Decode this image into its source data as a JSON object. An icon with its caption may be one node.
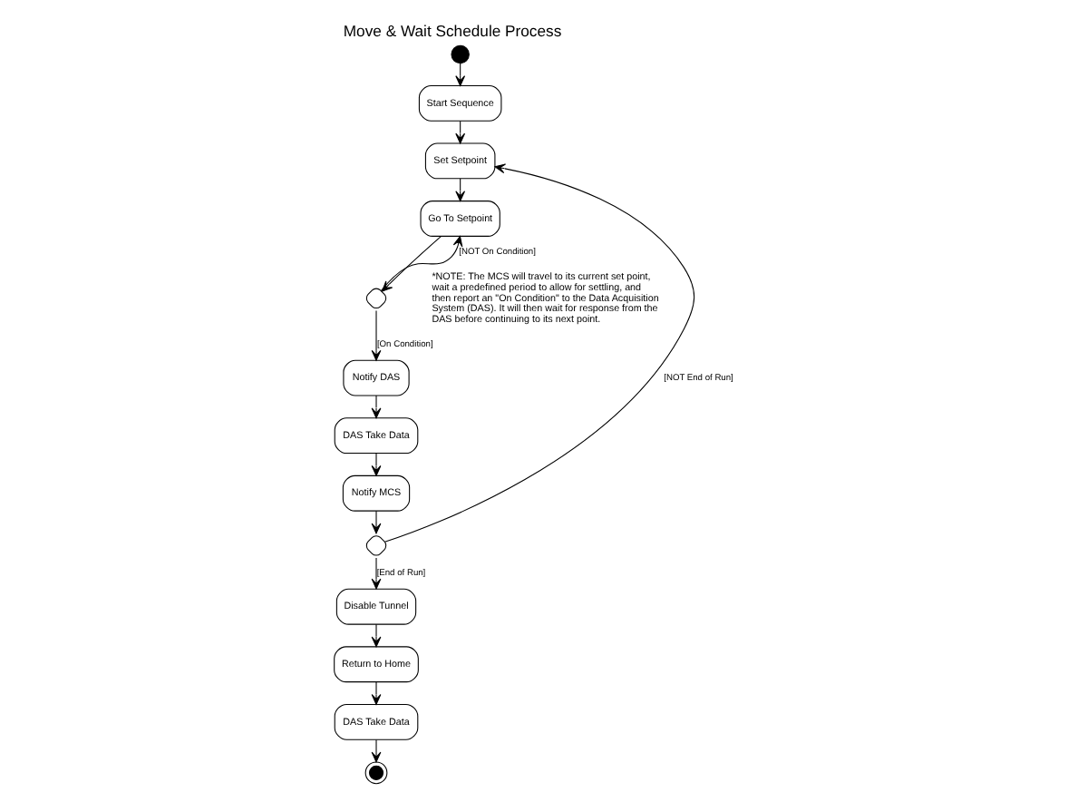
{
  "diagram": {
    "title": "Move & Wait Schedule Process",
    "nodes": [
      {
        "text": [],
        "shape": "circle"
      },
      {
        "text": [
          "Start Sequence"
        ]
      },
      {
        "text": [
          "Set Setpoint"
        ]
      },
      {
        "text": [
          "Go To Setpoint"
        ]
      },
      {
        "text": [],
        "shape": "diamond"
      },
      {
        "text": [
          "Notify DAS"
        ]
      },
      {
        "text": [
          "DAS Take Data"
        ]
      },
      {
        "text": [
          "Notify MCS"
        ]
      },
      {
        "text": [],
        "shape": "diamond"
      },
      {
        "text": [
          "Disable Tunnel"
        ]
      },
      {
        "text": [
          "Return to Home"
        ]
      },
      {
        "text": [
          "DAS Take Data"
        ]
      },
      {
        "text": [],
        "shape": "circle"
      }
    ],
    "edges": [
      {
        "from": 0,
        "to": 1,
        "arrow": "to"
      },
      {
        "from": 1,
        "to": 2,
        "arrow": "to"
      },
      {
        "from": 2,
        "to": 3,
        "arrow": "to"
      },
      {
        "from": 3,
        "to": 4,
        "arrow": "to"
      },
      {
        "from": 4,
        "to": 3,
        "arrow": "to",
        "label": "[NOT On Condition]"
      },
      {
        "from": 4,
        "to": 5,
        "arrow": "to",
        "label": "[On Condition]"
      },
      {
        "from": 5,
        "to": 6,
        "arrow": "to"
      },
      {
        "from": 6,
        "to": 7,
        "arrow": "to"
      },
      {
        "from": 7,
        "to": 8,
        "arrow": "to"
      },
      {
        "from": 8,
        "to": 2,
        "arrow": "to",
        "label": "[NOT End of Run]"
      },
      {
        "from": 8,
        "to": 9,
        "arrow": "to",
        "label": "[End of Run]"
      },
      {
        "from": 9,
        "to": 10,
        "arrow": "to"
      },
      {
        "from": 10,
        "to": 11,
        "arrow": "to"
      },
      {
        "from": 11,
        "to": 12,
        "arrow": "to"
      }
    ],
    "labels": [
      "*NOTE: The MCS will travel to its current set point, wait a predefined period to allow for settling, and then report an \"On Condition\" to the Data Acquisition System (DAS). It will then wait for response from the DAS before continuing to its next point."
    ]
  }
}
